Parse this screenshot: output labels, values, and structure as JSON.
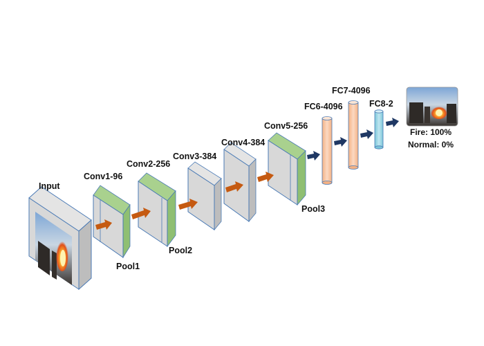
{
  "layers": {
    "input": "Input",
    "conv1": "Conv1-96",
    "conv2": "Conv2-256",
    "conv3": "Conv3-384",
    "conv4": "Conv4-384",
    "conv5": "Conv5-256",
    "fc6": "FC6-4096",
    "fc7": "FC7-4096",
    "fc8": "FC8-2"
  },
  "pools": {
    "pool1": "Pool1",
    "pool2": "Pool2",
    "pool3": "Pool3"
  },
  "output": {
    "fire": "Fire: 100%",
    "normal": "Normal: 0%"
  },
  "colors": {
    "block_face": "#d8d8d8",
    "block_side": "#bdbdbd",
    "block_stroke": "#4a7ab5",
    "green": "#93c47d",
    "arrow_orange": "#c55a11",
    "arrow_navy": "#1f3864",
    "fc_orange": "#f8cbad",
    "fc_blue": "#9dd5e3"
  }
}
